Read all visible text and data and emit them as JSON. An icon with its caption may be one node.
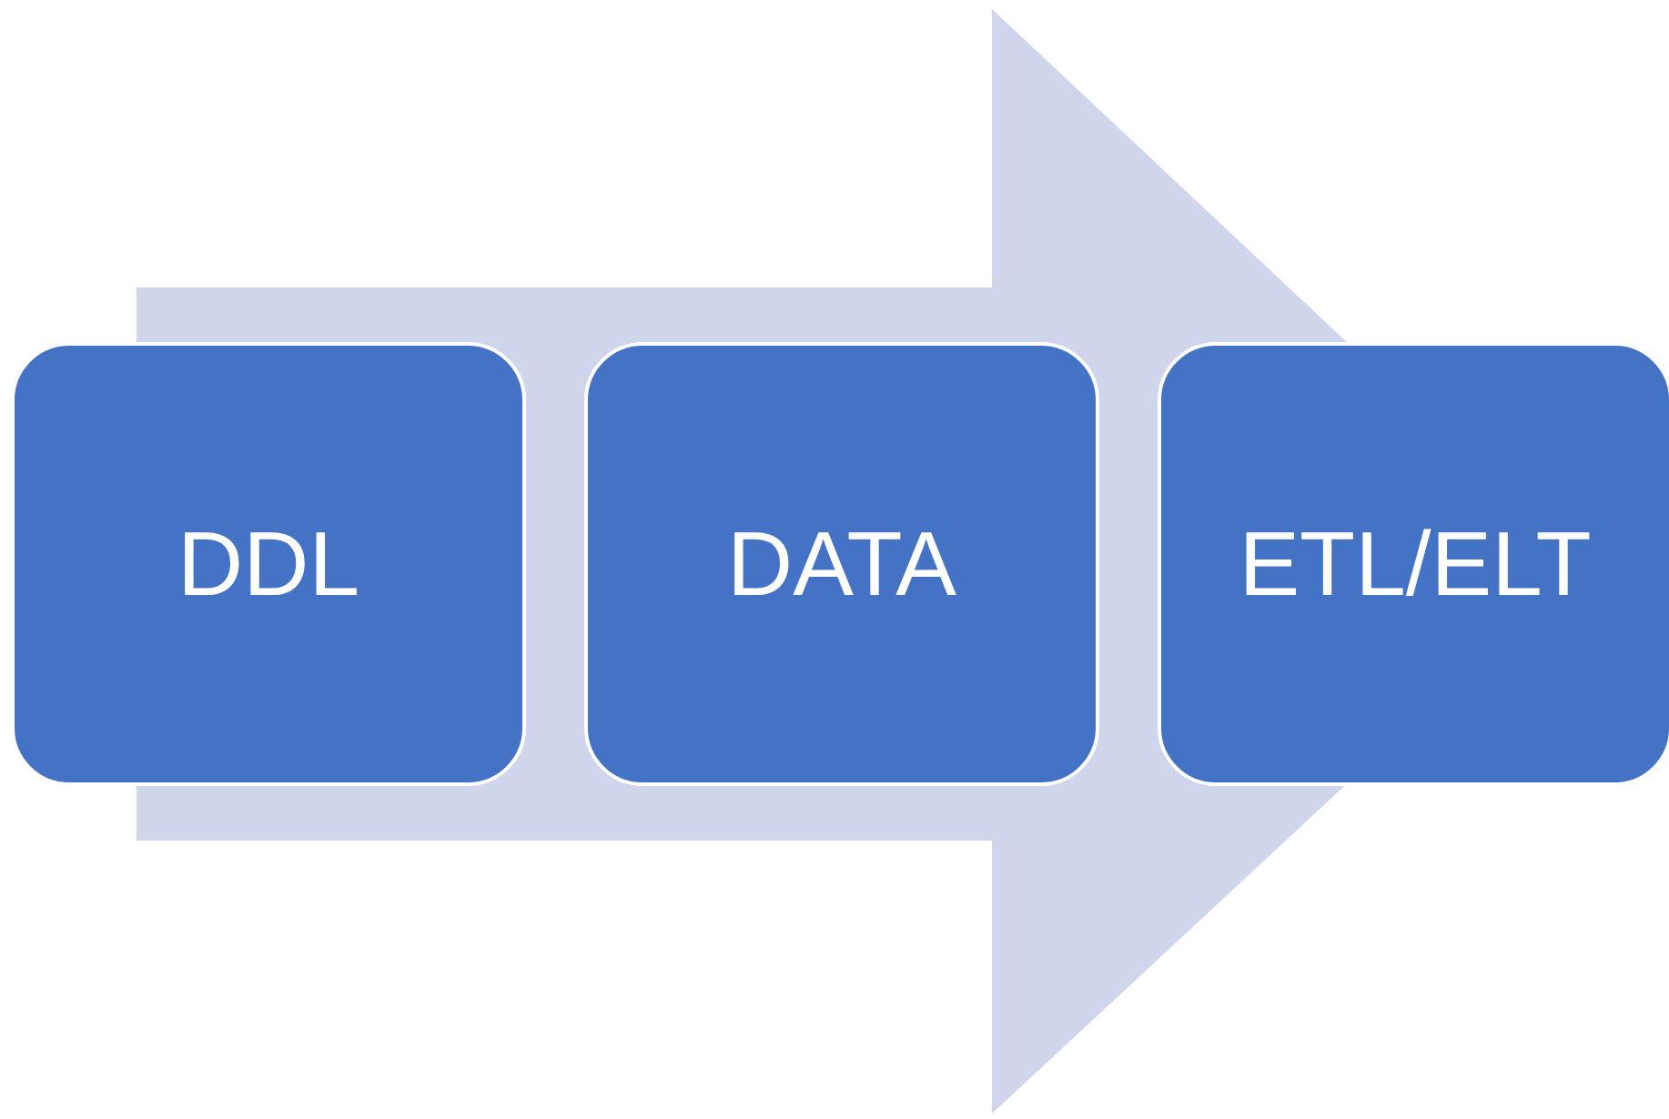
{
  "diagram": {
    "nodes": [
      {
        "text": [
          "DDL"
        ]
      },
      {
        "text": [
          "DATA"
        ]
      },
      {
        "text": [
          "ETL/ELT"
        ]
      }
    ],
    "edges": [
      {
        "from": 0,
        "to": 2,
        "arrow": "to"
      }
    ]
  }
}
